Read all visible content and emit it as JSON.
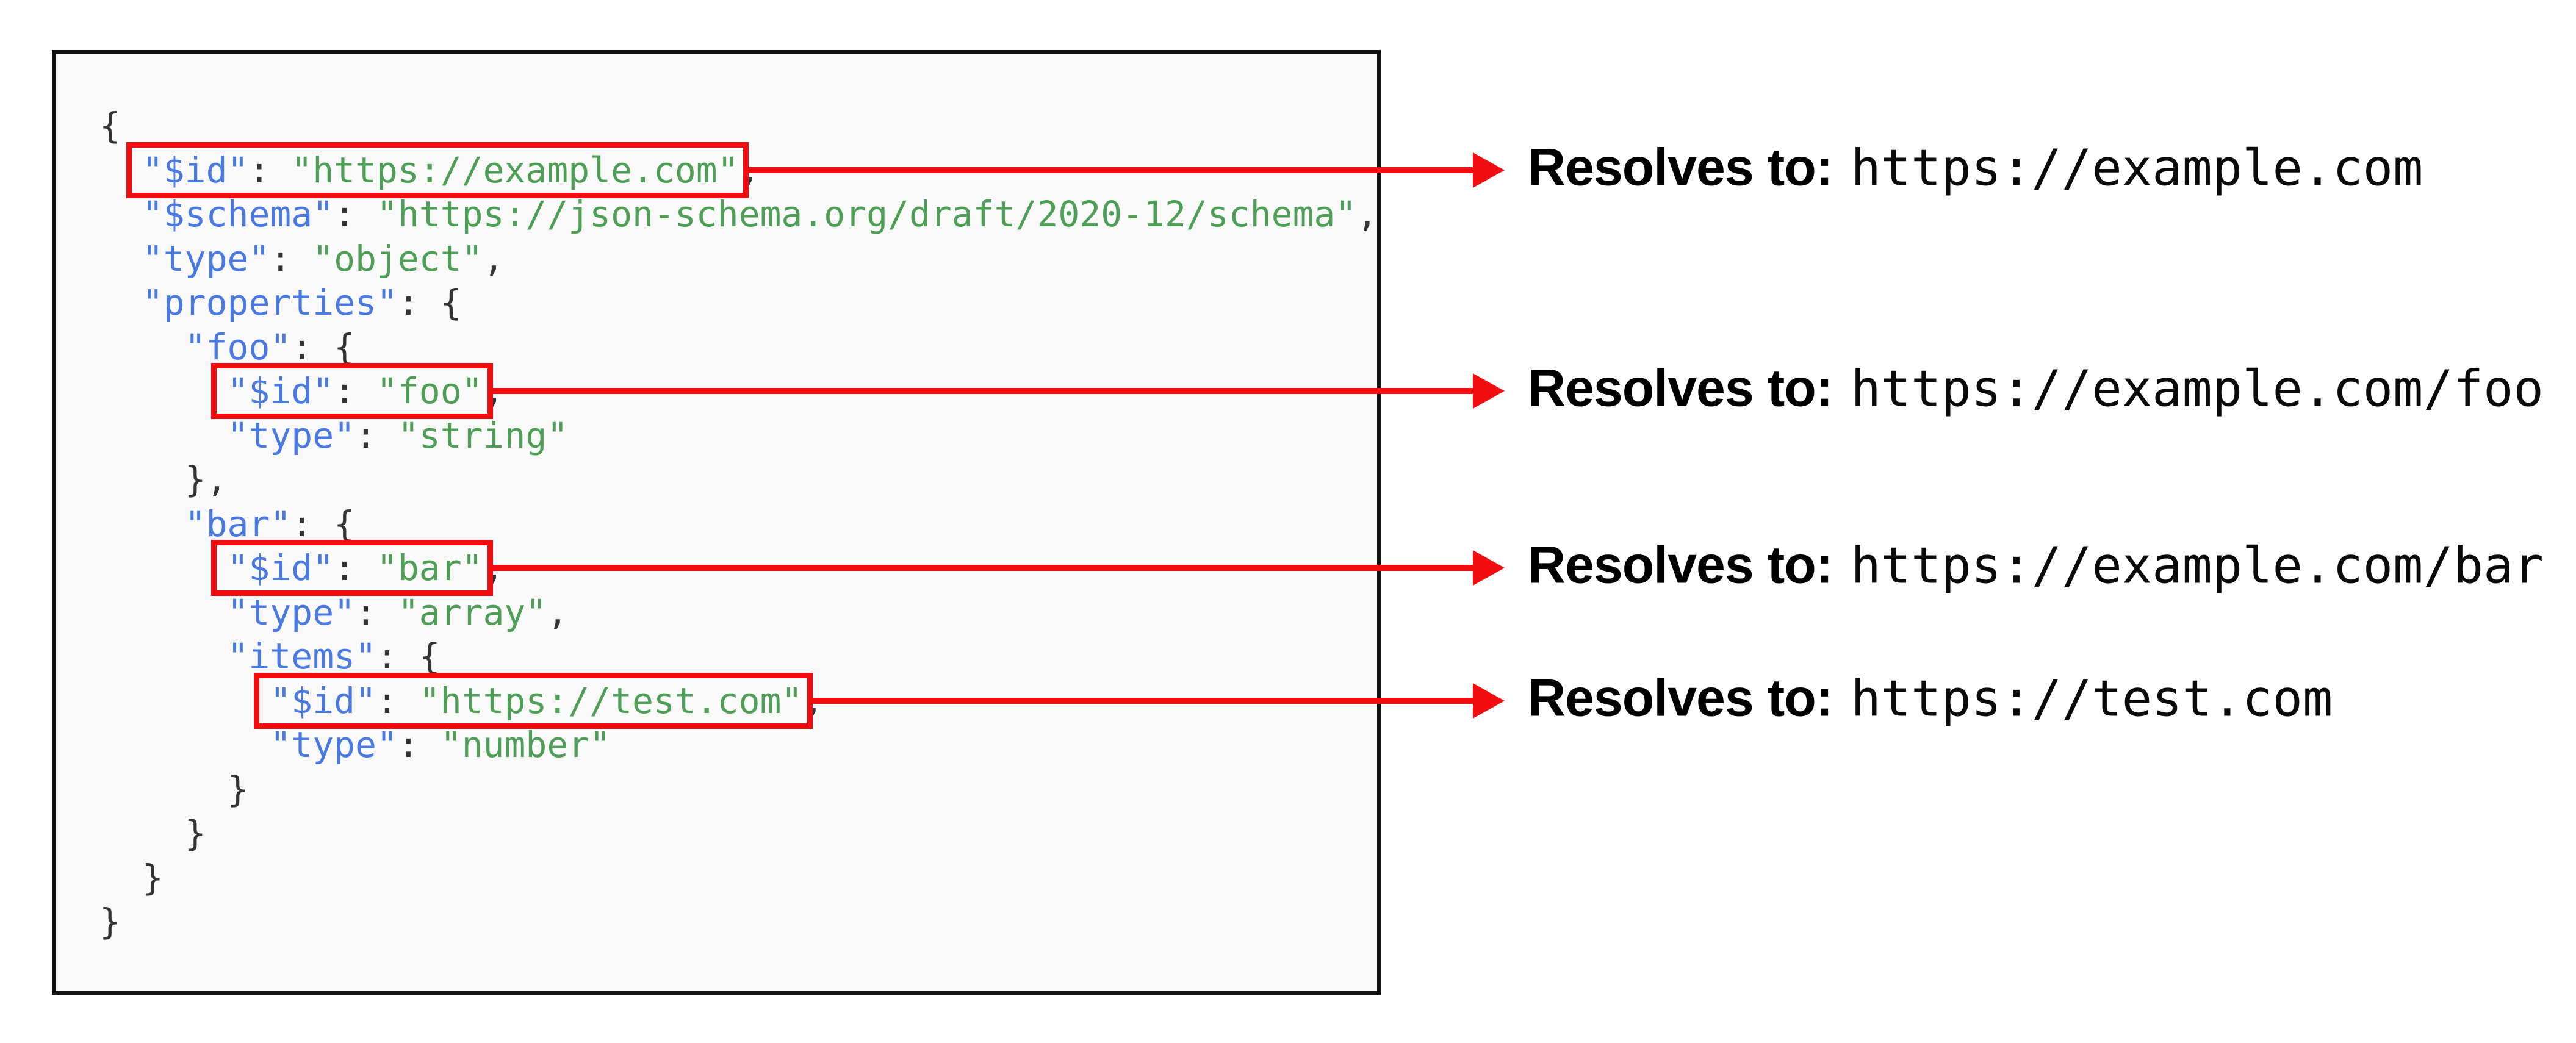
{
  "colors": {
    "accent_red": "#f20d11",
    "key_blue": "#4a79e2",
    "string_green": "#4e9e58",
    "punct_dark": "#333333",
    "panel_bg": "#f9f9f9",
    "panel_border": "#111111"
  },
  "code_panel": {
    "language": "json",
    "lines": [
      {
        "tokens": [
          [
            "p",
            "{"
          ]
        ]
      },
      {
        "tokens": [
          [
            "p",
            "  "
          ],
          [
            "k",
            "\"$id\""
          ],
          [
            "p",
            ": "
          ],
          [
            "s",
            "\"https://example.com\""
          ],
          [
            "p",
            ","
          ]
        ],
        "annotation": 0
      },
      {
        "tokens": [
          [
            "p",
            "  "
          ],
          [
            "k",
            "\"$schema\""
          ],
          [
            "p",
            ": "
          ],
          [
            "s",
            "\"https://json-schema.org/draft/2020-12/schema\""
          ],
          [
            "p",
            ","
          ]
        ]
      },
      {
        "tokens": [
          [
            "p",
            "  "
          ],
          [
            "k",
            "\"type\""
          ],
          [
            "p",
            ": "
          ],
          [
            "s",
            "\"object\""
          ],
          [
            "p",
            ","
          ]
        ]
      },
      {
        "tokens": [
          [
            "p",
            "  "
          ],
          [
            "k",
            "\"properties\""
          ],
          [
            "p",
            ": {"
          ]
        ]
      },
      {
        "tokens": [
          [
            "p",
            "    "
          ],
          [
            "k",
            "\"foo\""
          ],
          [
            "p",
            ": {"
          ]
        ]
      },
      {
        "tokens": [
          [
            "p",
            "      "
          ],
          [
            "k",
            "\"$id\""
          ],
          [
            "p",
            ": "
          ],
          [
            "s",
            "\"foo\""
          ],
          [
            "p",
            ","
          ]
        ],
        "annotation": 1
      },
      {
        "tokens": [
          [
            "p",
            "      "
          ],
          [
            "k",
            "\"type\""
          ],
          [
            "p",
            ": "
          ],
          [
            "s",
            "\"string\""
          ]
        ]
      },
      {
        "tokens": [
          [
            "p",
            "    },"
          ]
        ]
      },
      {
        "tokens": [
          [
            "p",
            "    "
          ],
          [
            "k",
            "\"bar\""
          ],
          [
            "p",
            ": {"
          ]
        ]
      },
      {
        "tokens": [
          [
            "p",
            "      "
          ],
          [
            "k",
            "\"$id\""
          ],
          [
            "p",
            ": "
          ],
          [
            "s",
            "\"bar\""
          ],
          [
            "p",
            ","
          ]
        ],
        "annotation": 2
      },
      {
        "tokens": [
          [
            "p",
            "      "
          ],
          [
            "k",
            "\"type\""
          ],
          [
            "p",
            ": "
          ],
          [
            "s",
            "\"array\""
          ],
          [
            "p",
            ","
          ]
        ]
      },
      {
        "tokens": [
          [
            "p",
            "      "
          ],
          [
            "k",
            "\"items\""
          ],
          [
            "p",
            ": {"
          ]
        ]
      },
      {
        "tokens": [
          [
            "p",
            "        "
          ],
          [
            "k",
            "\"$id\""
          ],
          [
            "p",
            ": "
          ],
          [
            "s",
            "\"https://test.com\""
          ],
          [
            "p",
            ","
          ]
        ],
        "annotation": 3
      },
      {
        "tokens": [
          [
            "p",
            "        "
          ],
          [
            "k",
            "\"type\""
          ],
          [
            "p",
            ": "
          ],
          [
            "s",
            "\"number\""
          ]
        ]
      },
      {
        "tokens": [
          [
            "p",
            "      }"
          ]
        ]
      },
      {
        "tokens": [
          [
            "p",
            "    }"
          ]
        ]
      },
      {
        "tokens": [
          [
            "p",
            "  }"
          ]
        ]
      },
      {
        "tokens": [
          [
            "p",
            "}"
          ]
        ]
      }
    ]
  },
  "annotations": [
    {
      "label": "Resolves to:",
      "value": "https://example.com"
    },
    {
      "label": "Resolves to:",
      "value": "https://example.com/foo"
    },
    {
      "label": "Resolves to:",
      "value": "https://example.com/bar"
    },
    {
      "label": "Resolves to:",
      "value": "https://test.com"
    }
  ]
}
